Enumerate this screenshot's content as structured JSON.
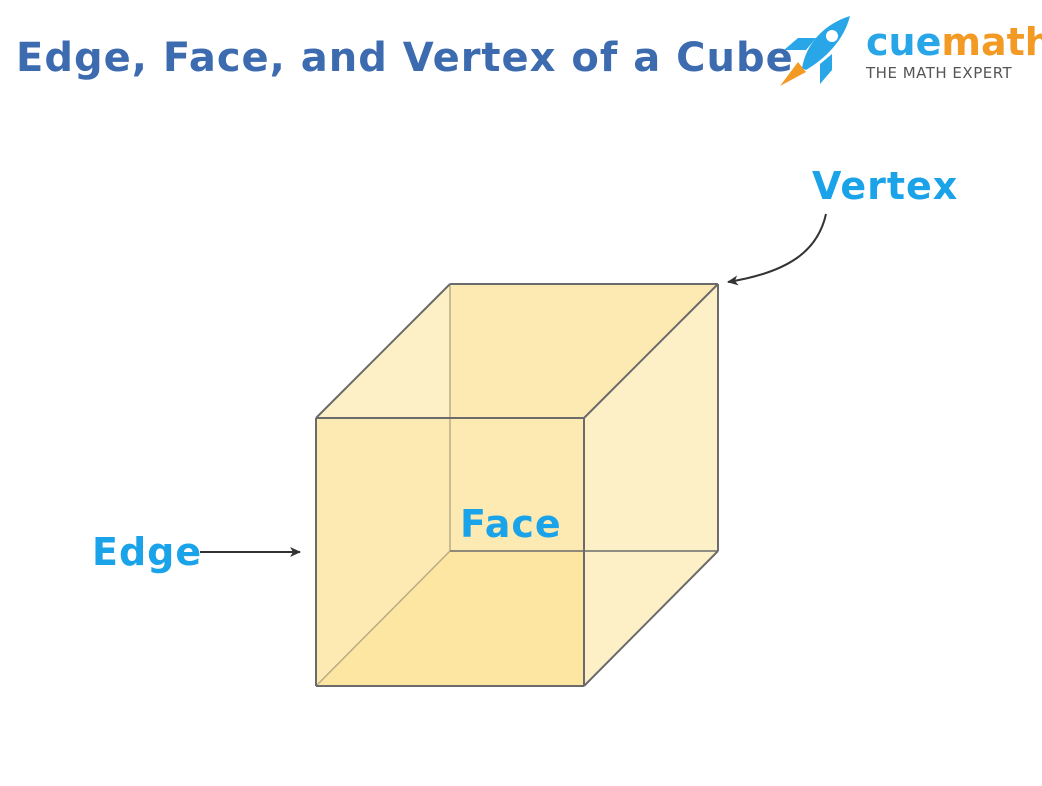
{
  "title": "Edge, Face, and Vertex of a Cube",
  "logo": {
    "brand_part_a": "cue",
    "brand_part_b": "math",
    "tagline": "THE MATH EXPERT",
    "icon": "rocket-icon"
  },
  "labels": {
    "vertex": "Vertex",
    "edge": "Edge",
    "face": "Face"
  },
  "colors": {
    "title": "#3d6bb0",
    "label": "#1aa3e8",
    "cube_fill": "#fde6a3",
    "cube_fill_light": "#fdf0c6",
    "cube_edge": "#6b6b6b",
    "arrow": "#333333",
    "brand_blue": "#28a6e7",
    "brand_orange": "#f39a24",
    "tagline": "#555555"
  }
}
